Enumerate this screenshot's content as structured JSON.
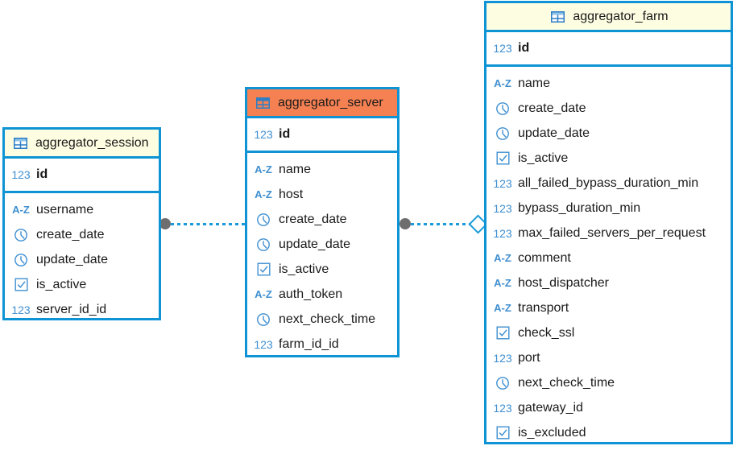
{
  "diagram": {
    "kind": "er-diagram",
    "colors": {
      "border_blue": "#0e94d4",
      "header_cream": "#fdfde2",
      "header_orange": "#f58153",
      "icon_blue": "#3f8fd0",
      "connector_blue": "#1a9ad7",
      "connector_dot": "#6e6e6e",
      "background": "#ffffff"
    }
  },
  "tables": [
    {
      "name": "aggregator_session",
      "header_icon": "table-icon",
      "header_style": "cream",
      "primary_keys": [
        {
          "icon": "number-type-icon",
          "icon_label": "123",
          "name": "id"
        }
      ],
      "columns": [
        {
          "icon": "text-type-icon",
          "icon_label": "A-Z",
          "name": "username"
        },
        {
          "icon": "datetime-type-icon",
          "icon_label": "clock",
          "name": "create_date"
        },
        {
          "icon": "datetime-type-icon",
          "icon_label": "clock",
          "name": "update_date"
        },
        {
          "icon": "boolean-type-icon",
          "icon_label": "checkbox",
          "name": "is_active"
        },
        {
          "icon": "number-type-icon",
          "icon_label": "123",
          "name": "server_id_id"
        }
      ]
    },
    {
      "name": "aggregator_server",
      "header_icon": "table-icon",
      "header_style": "orange",
      "primary_keys": [
        {
          "icon": "number-type-icon",
          "icon_label": "123",
          "name": "id"
        }
      ],
      "columns": [
        {
          "icon": "text-type-icon",
          "icon_label": "A-Z",
          "name": "name"
        },
        {
          "icon": "text-type-icon",
          "icon_label": "A-Z",
          "name": "host"
        },
        {
          "icon": "datetime-type-icon",
          "icon_label": "clock",
          "name": "create_date"
        },
        {
          "icon": "datetime-type-icon",
          "icon_label": "clock",
          "name": "update_date"
        },
        {
          "icon": "boolean-type-icon",
          "icon_label": "checkbox",
          "name": "is_active"
        },
        {
          "icon": "text-type-icon",
          "icon_label": "A-Z",
          "name": "auth_token"
        },
        {
          "icon": "datetime-type-icon",
          "icon_label": "clock",
          "name": "next_check_time"
        },
        {
          "icon": "number-type-icon",
          "icon_label": "123",
          "name": "farm_id_id"
        }
      ]
    },
    {
      "name": "aggregator_farm",
      "header_icon": "table-icon",
      "header_style": "cream",
      "primary_keys": [
        {
          "icon": "number-type-icon",
          "icon_label": "123",
          "name": "id"
        }
      ],
      "columns": [
        {
          "icon": "text-type-icon",
          "icon_label": "A-Z",
          "name": "name"
        },
        {
          "icon": "datetime-type-icon",
          "icon_label": "clock",
          "name": "create_date"
        },
        {
          "icon": "datetime-type-icon",
          "icon_label": "clock",
          "name": "update_date"
        },
        {
          "icon": "boolean-type-icon",
          "icon_label": "checkbox",
          "name": "is_active"
        },
        {
          "icon": "number-type-icon",
          "icon_label": "123",
          "name": "all_failed_bypass_duration_min"
        },
        {
          "icon": "number-type-icon",
          "icon_label": "123",
          "name": "bypass_duration_min"
        },
        {
          "icon": "number-type-icon",
          "icon_label": "123",
          "name": "max_failed_servers_per_request"
        },
        {
          "icon": "text-type-icon",
          "icon_label": "A-Z",
          "name": "comment"
        },
        {
          "icon": "text-type-icon",
          "icon_label": "A-Z",
          "name": "host_dispatcher"
        },
        {
          "icon": "text-type-icon",
          "icon_label": "A-Z",
          "name": "transport"
        },
        {
          "icon": "boolean-type-icon",
          "icon_label": "checkbox",
          "name": "check_ssl"
        },
        {
          "icon": "number-type-icon",
          "icon_label": "123",
          "name": "port"
        },
        {
          "icon": "datetime-type-icon",
          "icon_label": "clock",
          "name": "next_check_time"
        },
        {
          "icon": "number-type-icon",
          "icon_label": "123",
          "name": "gateway_id"
        },
        {
          "icon": "boolean-type-icon",
          "icon_label": "checkbox",
          "name": "is_excluded"
        }
      ]
    }
  ],
  "relationships": [
    {
      "id": "session-to-server",
      "from_table": "aggregator_session",
      "to_table": "aggregator_server",
      "from_marker": "filled-circle",
      "to_marker": "none"
    },
    {
      "id": "server-to-farm",
      "from_table": "aggregator_server",
      "to_table": "aggregator_farm",
      "from_marker": "filled-circle",
      "to_marker": "open-diamond"
    }
  ]
}
